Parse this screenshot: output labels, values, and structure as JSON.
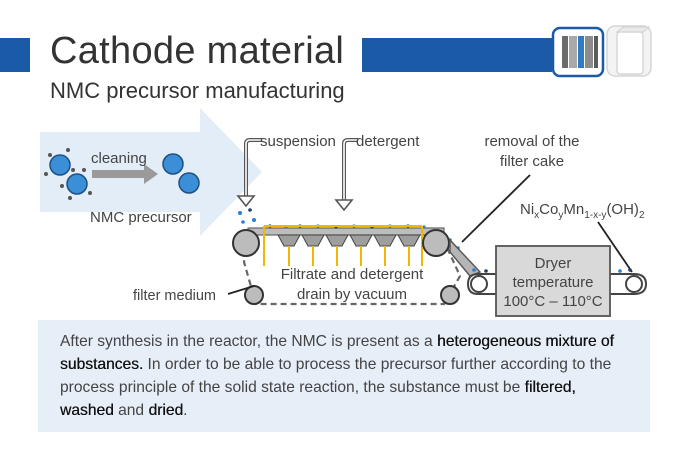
{
  "header": {
    "title": "Cathode material",
    "subtitle": "NMC precursor manufacturing",
    "colors": {
      "accent": "#1b5aa6",
      "particle": "#3a8fd6"
    }
  },
  "diagram": {
    "cleaning_label": "cleaning",
    "precursor_label": "NMC precursor",
    "suspension_label": "suspension",
    "detergent_label": "detergent",
    "removal_line1": "removal of the",
    "removal_line2": "filter cake",
    "formula": {
      "ni": "Ni",
      "x": "x",
      "co": "Co",
      "y": "y",
      "mn": "Mn",
      "sub": "1-x-y",
      "oh": "(OH)",
      "two": "2"
    },
    "filtrate_line1": "Filtrate and detergent",
    "filtrate_line2": "drain by vacuum",
    "filter_medium_label": "filter medium",
    "dryer_label": "Dryer",
    "temperature_label": "temperature",
    "temperature_range": "100°C – 110°C"
  },
  "body_text": {
    "part1": "After synthesis in the reactor, the NMC is present as a ",
    "highlight1": "heterogeneous mixture of substances.",
    "part2": " In order to be able to process the precursor further according to the process principle of the solid state reaction, the substance must be ",
    "highlight2": "filtered, washed",
    "part3": " and ",
    "highlight3": "dried",
    "part4": "."
  }
}
